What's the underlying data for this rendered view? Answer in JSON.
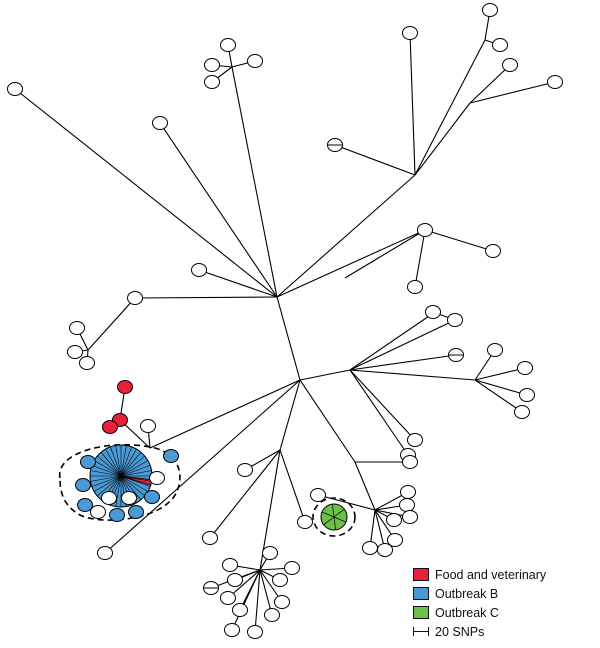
{
  "colors": {
    "line": "#000000",
    "node_fill": "#ffffff",
    "food_and_veterinary": "#e8203a",
    "outbreak_b": "#4a9ad6",
    "outbreak_c": "#6cc04a"
  },
  "legend": {
    "items": [
      {
        "label": "Food and veterinary",
        "color": "#e8203a"
      },
      {
        "label": "Outbreak B",
        "color": "#4a9ad6"
      },
      {
        "label": "Outbreak C",
        "color": "#6cc04a"
      }
    ],
    "scale_label": "20 SNPs"
  },
  "node_groups": {
    "food_and_veterinary": 3,
    "outbreak_b_peripheral": 11,
    "outbreak_c_cluster": 1
  }
}
